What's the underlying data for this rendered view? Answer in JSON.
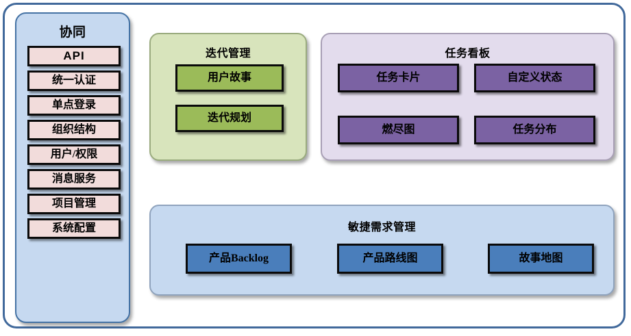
{
  "diagram": {
    "title_hidden": "",
    "colors": {
      "frame_border": "#41699b",
      "collab_bg": "#c6d9f0",
      "collab_border": "#4472a4",
      "pink_chip": "#f2dcdb",
      "green_panel": "#d8e4bc",
      "green_chip": "#9bbb59",
      "purple_panel": "#e3dced",
      "purple_chip": "#7b62a3",
      "blue_panel": "#c6d9f0",
      "blue_chip": "#4a7ebb",
      "chip_border": "#0a0a0a"
    }
  },
  "collaboration": {
    "title": "协同",
    "items": [
      {
        "label": "API"
      },
      {
        "label": "统一认证"
      },
      {
        "label": "单点登录"
      },
      {
        "label": "组织结构"
      },
      {
        "label": "用户/权限"
      },
      {
        "label": "消息服务"
      },
      {
        "label": "项目管理"
      },
      {
        "label": "系统配置"
      }
    ]
  },
  "iteration": {
    "title": "迭代管理",
    "items": [
      {
        "label": "用户故事"
      },
      {
        "label": "迭代规划"
      }
    ]
  },
  "taskboard": {
    "title": "任务看板",
    "items": [
      {
        "label": "任务卡片"
      },
      {
        "label": "自定义状态"
      },
      {
        "label": "燃尽图"
      },
      {
        "label": "任务分布"
      }
    ]
  },
  "agile": {
    "title": "敏捷需求管理",
    "items": [
      {
        "label": "产品Backlog"
      },
      {
        "label": "产品路线图"
      },
      {
        "label": "故事地图"
      }
    ]
  }
}
